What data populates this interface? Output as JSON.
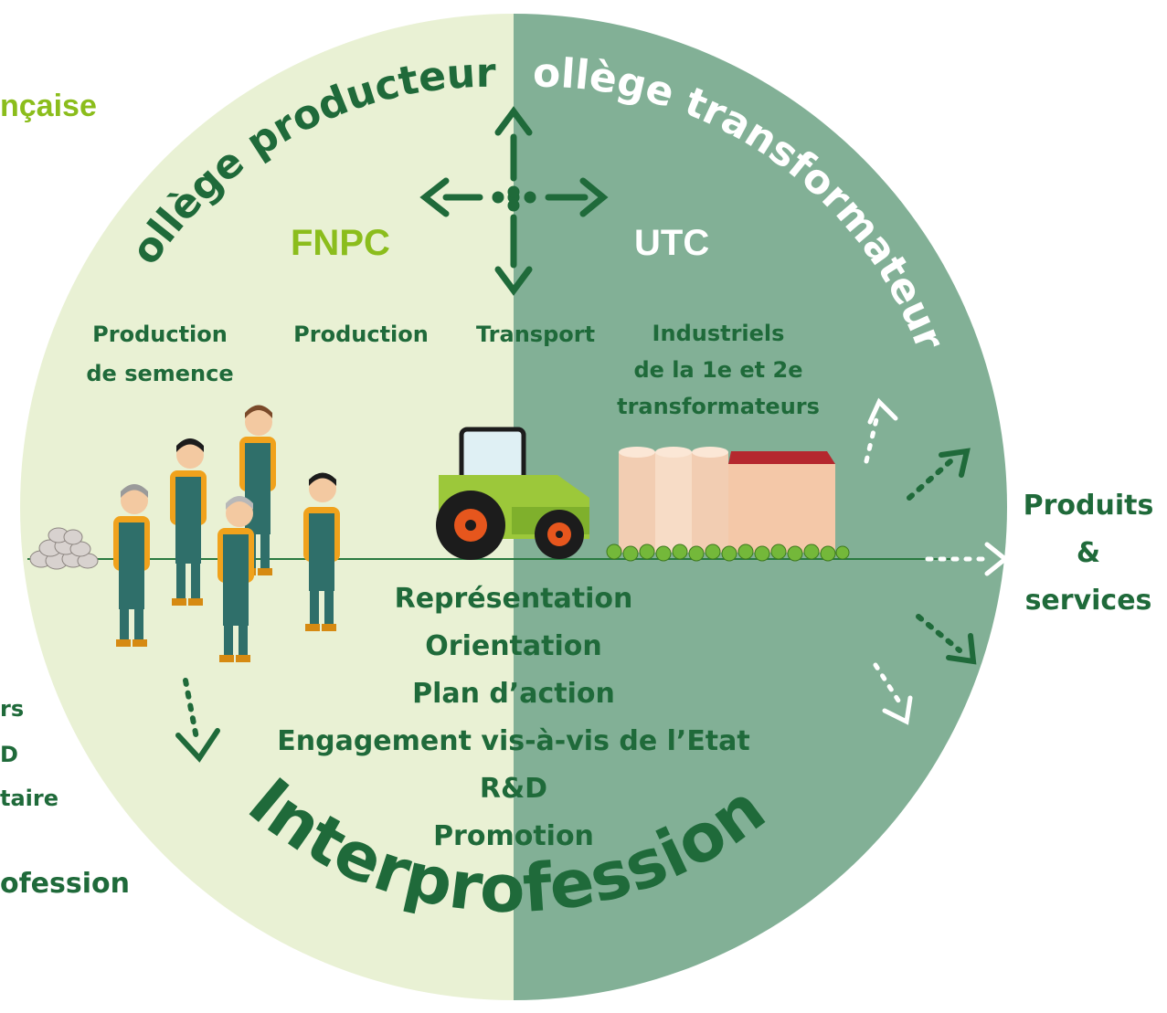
{
  "left_cut": {
    "title_fragment": "nçaise",
    "frag1": "rs",
    "frag2": "D",
    "frag3": "taire",
    "frag4": "ofession"
  },
  "arcs": {
    "producers": "Collège producteurs",
    "transformers": "Collège transformateurs",
    "interprofession": "Interprofession"
  },
  "orgs": {
    "left": "FNPC",
    "right": "UTC"
  },
  "chain": {
    "seed_line1": "Production",
    "seed_line2": "de semence",
    "production": "Production",
    "transport": "Transport",
    "industry_line1": "Industriels",
    "industry_line2": "de la 1e et 2e",
    "industry_line3": "transformateurs"
  },
  "missions": [
    "Représentation",
    "Orientation",
    "Plan d’action",
    "Engagement vis-à-vis de l’Etat",
    "R&D",
    "Promotion"
  ],
  "outputs": {
    "line1": "Produits",
    "line2": "&",
    "line3": "services"
  },
  "colors": {
    "left_half": "#e9f1d4",
    "right_half": "#82b096",
    "dark_green": "#1f6a3a",
    "lime": "#8bbd1c",
    "white": "#ffffff"
  }
}
